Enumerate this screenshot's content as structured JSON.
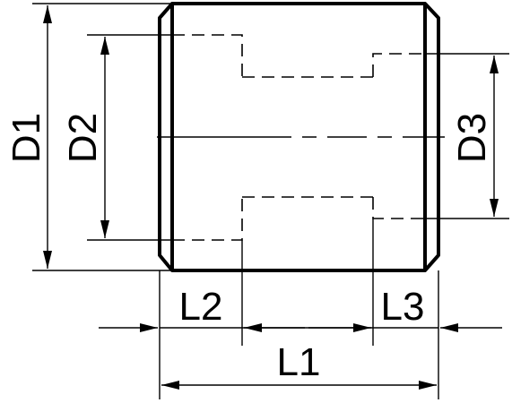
{
  "drawing": {
    "type": "technical-drawing",
    "subject": "threaded bushing / reducing coupling cross-section",
    "line_color": "#000000",
    "background": "#ffffff",
    "dimensions": {
      "D1": {
        "label": "D1",
        "kind": "diameter",
        "description": "outer diameter"
      },
      "D2": {
        "label": "D2",
        "kind": "diameter",
        "description": "large bore diameter"
      },
      "D3": {
        "label": "D3",
        "kind": "diameter",
        "description": "small bore diameter"
      },
      "L1": {
        "label": "L1",
        "kind": "length",
        "description": "overall length"
      },
      "L2": {
        "label": "L2",
        "kind": "length",
        "description": "large bore depth"
      },
      "L3": {
        "label": "L3",
        "kind": "length",
        "description": "small bore depth"
      }
    }
  }
}
